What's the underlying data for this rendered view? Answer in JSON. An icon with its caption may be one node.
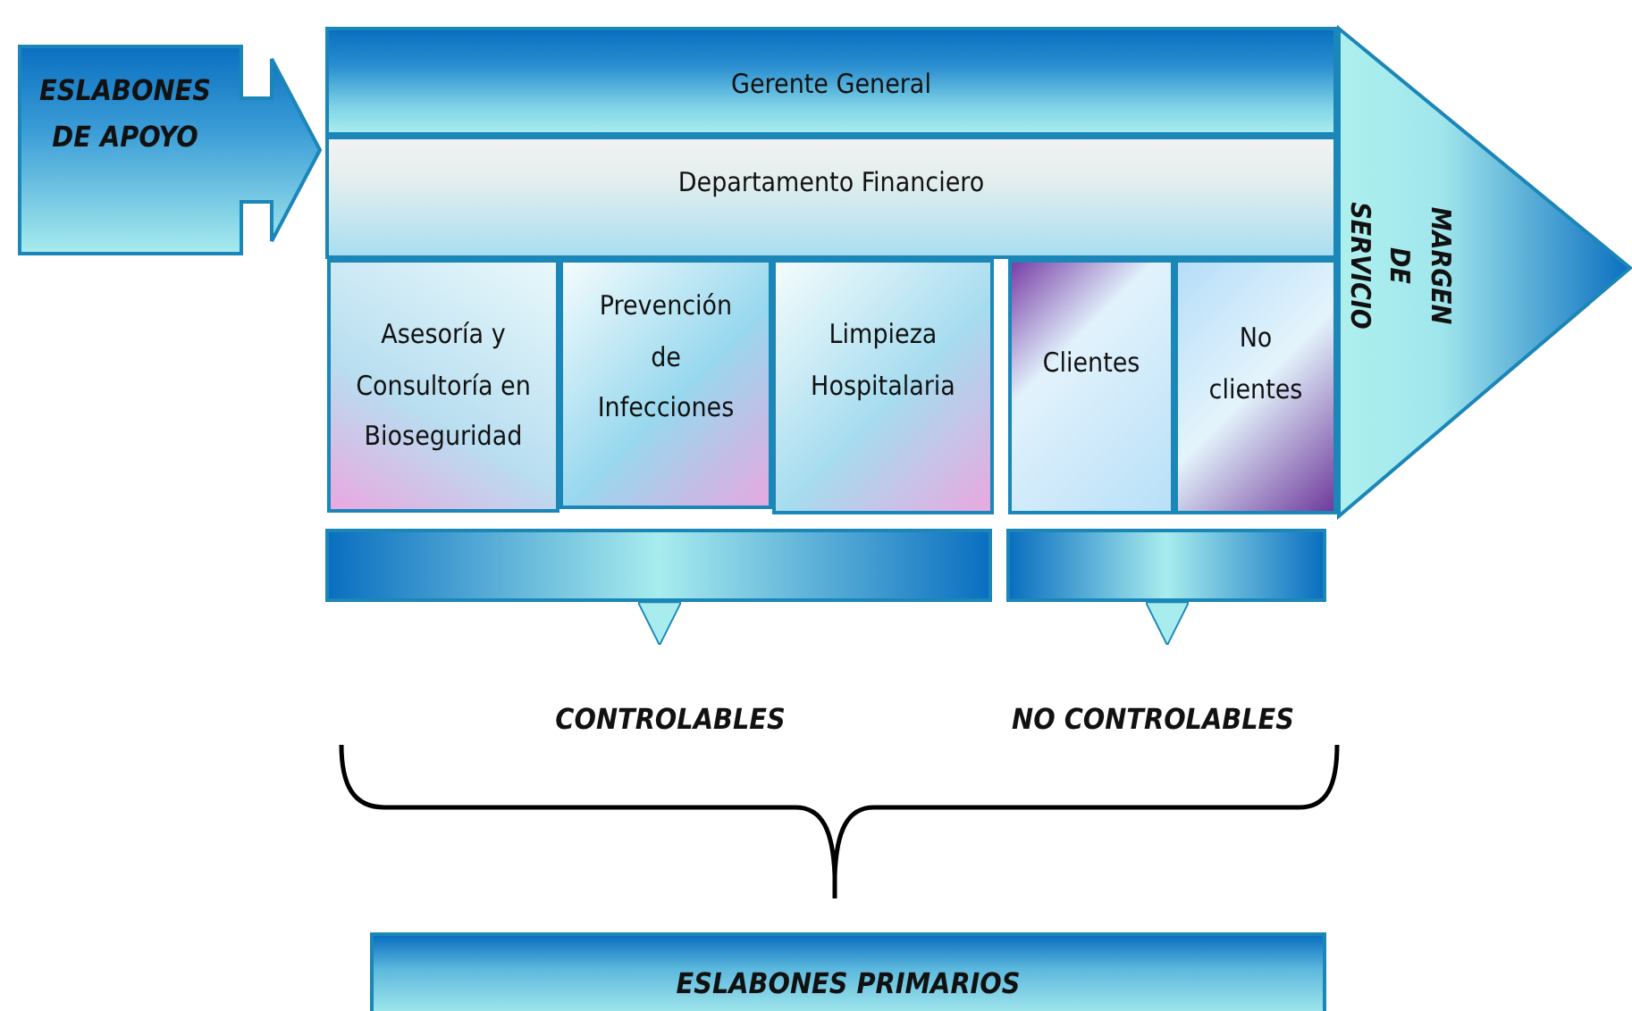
{
  "diagram": {
    "nodes": [
      {
        "text": [
          "ESLABONES DE APOYO"
        ]
      },
      {
        "text": [
          "Gerente General"
        ]
      },
      {
        "text": [
          "Departamento Financiero"
        ]
      },
      {
        "text": [
          "Asesoría y Consultoría en Bioseguridad"
        ]
      },
      {
        "text": [
          "Prevención de Infecciones"
        ]
      },
      {
        "text": [
          "Limpieza Hospitalaria"
        ]
      },
      {
        "text": [
          "Clientes"
        ]
      },
      {
        "text": [
          "No clientes"
        ]
      },
      {
        "text": [
          "MARGEN DE SERVICIO"
        ]
      },
      {
        "text": [],
        "shape": "bar"
      },
      {
        "text": [],
        "shape": "bar"
      },
      {
        "text": [
          "CONTROLABLES"
        ]
      },
      {
        "text": [
          "NO CONTROLABLES"
        ]
      },
      {
        "text": [
          "ESLABONES PRIMARIOS"
        ]
      }
    ],
    "edges": [
      {
        "from": 9,
        "to": 11,
        "arrow": "to"
      },
      {
        "from": 10,
        "to": 12,
        "arrow": "to"
      }
    ]
  }
}
